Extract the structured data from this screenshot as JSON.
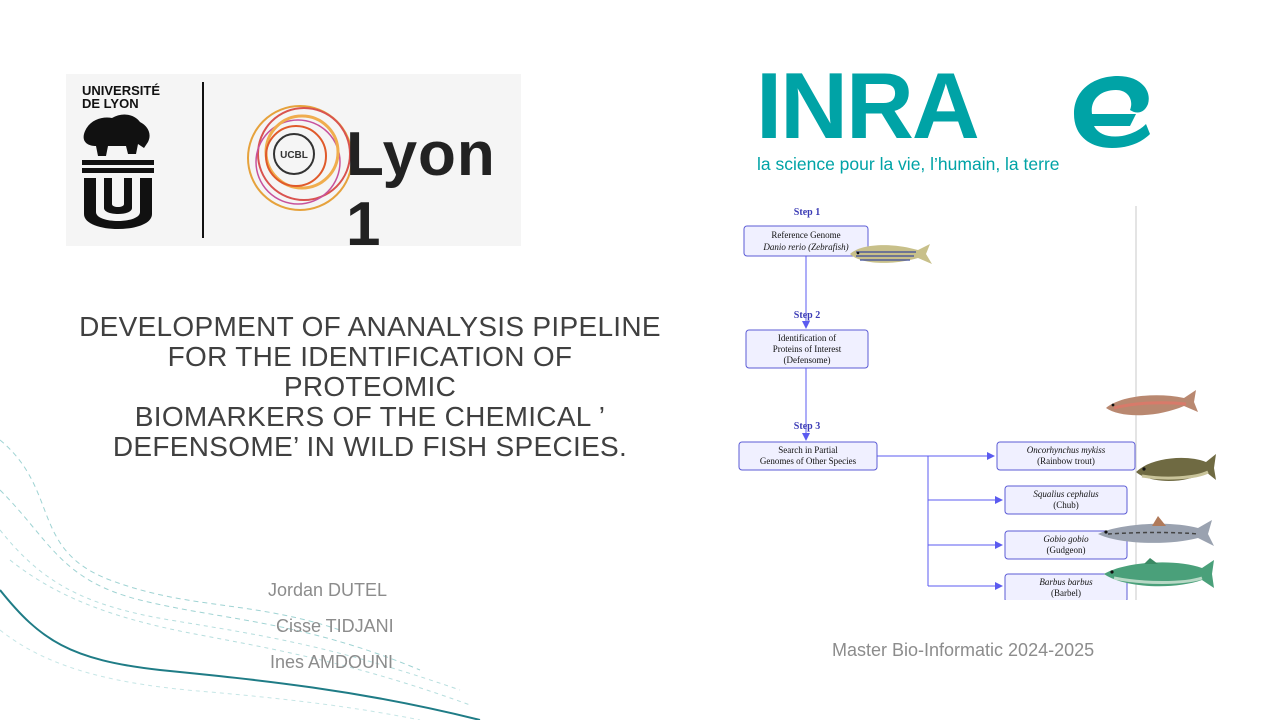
{
  "title": {
    "lines": [
      "DEVELOPMENT OF ANANALYSIS PIPELINE",
      "FOR THE IDENTIFICATION OF",
      "PROTEOMIC",
      "BIOMARKERS OF THE CHEMICAL ’",
      "DEFENSOME’ IN WILD FISH SPECIES."
    ]
  },
  "authors": [
    "Jordan  DUTEL",
    "Cisse TIDJANI",
    "Ines AMDOUNI"
  ],
  "footer": {
    "program": "Master Bio-Informatic 2024-2025"
  },
  "logos": {
    "lyon": {
      "university": [
        "UNIVERSITÉ",
        "DE LYON"
      ],
      "emblem_text": "UCBL",
      "name": "Lyon 1"
    },
    "inrae": {
      "name": "INRA",
      "tagline": "la science pour la vie, l’humain, la terre",
      "color": "#00a3a6"
    }
  },
  "pipeline": {
    "steps": [
      {
        "label": "Step 1",
        "box": [
          "Reference Genome",
          "Danio rerio (Zebrafish)"
        ],
        "fish_icon": "zebrafish-icon"
      },
      {
        "label": "Step 2",
        "box": [
          "Identification of",
          "Proteins of Interest",
          "(Defensome)"
        ]
      },
      {
        "label": "Step 3",
        "box": [
          "Search in Partial",
          "Genomes of Other Species"
        ]
      }
    ],
    "species": [
      {
        "latin": "Oncorhynchus mykiss",
        "common": "(Rainbow trout)",
        "fish_icon": "trout-icon"
      },
      {
        "latin": "Squalius cephalus",
        "common": "(Chub)",
        "fish_icon": "chub-icon"
      },
      {
        "latin": "Gobio gobio",
        "common": "(Gudgeon)",
        "fish_icon": "gudgeon-icon"
      },
      {
        "latin": "Barbus barbus",
        "common": "(Barbel)",
        "fish_icon": "barbel-icon"
      }
    ],
    "colors": {
      "step_label": "#3a3ab5",
      "box_fill": "#f0f0ff",
      "box_border": "#5b5bd6",
      "arrow": "#5b5bf0"
    }
  },
  "theme": {
    "title_color": "#404040",
    "muted_text": "#8c8c8c",
    "wave_color": "#1f7c86"
  }
}
